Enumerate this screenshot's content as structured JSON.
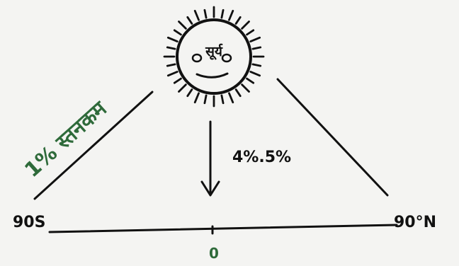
{
  "diagram": {
    "sun_label": "सूर्य",
    "left_label": "1% स्तनकम",
    "arrow_label": "4%.5%",
    "left_end_label": "90S",
    "right_end_label": "90°N",
    "center_label": "0"
  },
  "colors": {
    "ink": "#111111",
    "green_ink": "#2e6a3a",
    "paper": "#f4f4f2"
  }
}
